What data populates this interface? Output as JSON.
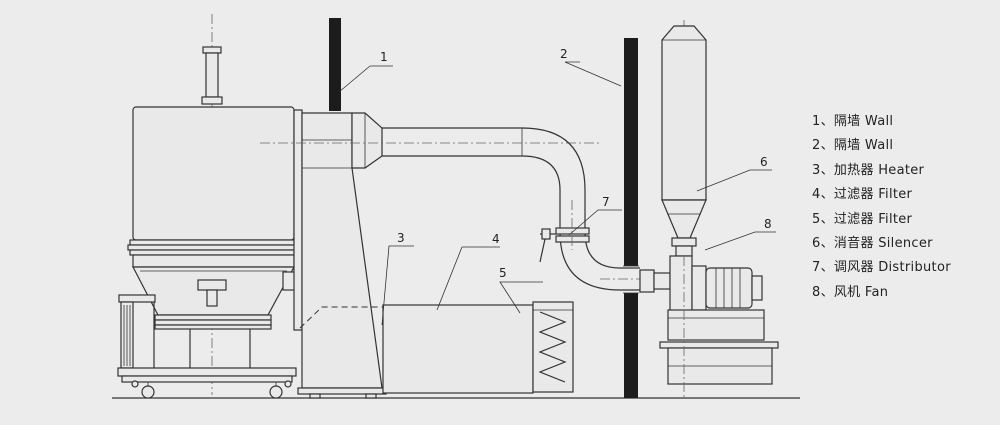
{
  "callouts": [
    "1",
    "2",
    "3",
    "4",
    "5",
    "6",
    "7",
    "8"
  ],
  "legend": [
    "1、隔墙 Wall",
    "2、隔墙 Wall",
    "3、加热器 Heater",
    "4、过滤器 Filter",
    "5、过滤器 Filter",
    "6、消音器 Silencer",
    "7、调风器 Distributor",
    "8、风机 Fan"
  ]
}
